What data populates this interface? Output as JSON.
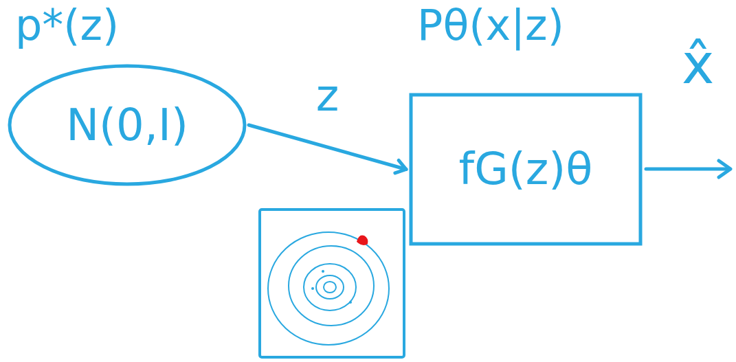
{
  "diagram": {
    "nodes": [
      {
        "text": [
          "p*(z)",
          "N(0,I)"
        ]
      },
      {
        "text": [
          "Pθ(x|z)",
          "fG(z)θ"
        ]
      }
    ],
    "edges": [
      {
        "from": 0,
        "to": 1,
        "arrow": "to",
        "label": "z"
      }
    ],
    "labels": [
      "x̂"
    ]
  }
}
